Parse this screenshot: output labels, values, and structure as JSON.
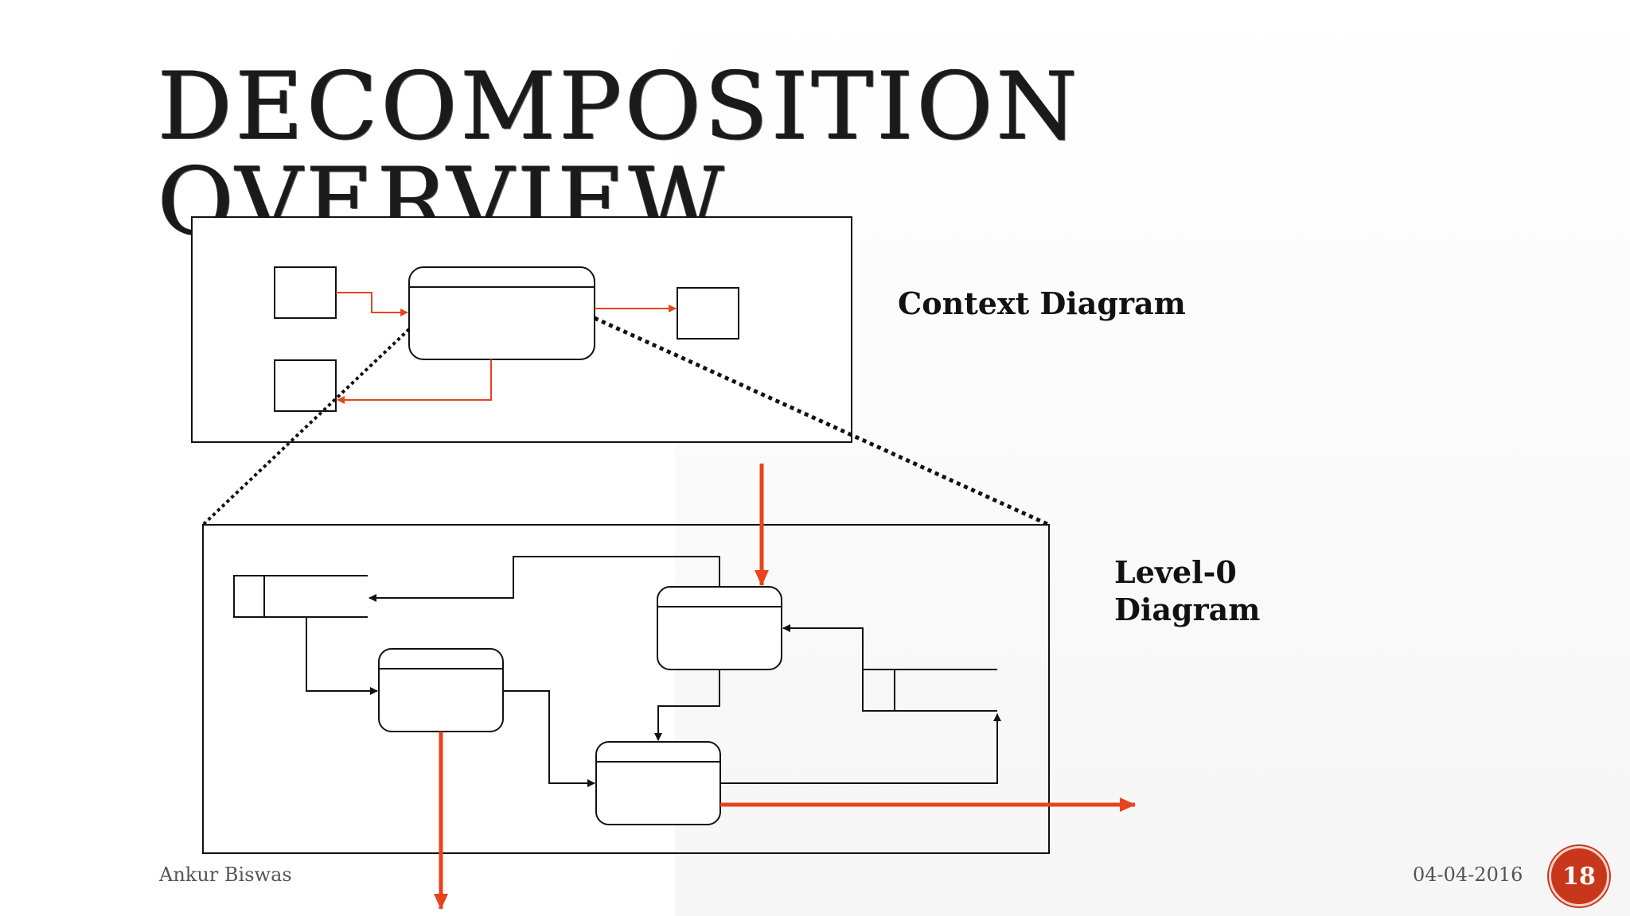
{
  "slide": {
    "title": "DECOMPOSITION OVERVIEW",
    "context_label": "Context Diagram",
    "level0_label": "Level-0 Diagram",
    "author": "Ankur Biswas",
    "date": "04-04-2016",
    "page_number": "18"
  },
  "colors": {
    "flow_red": "#e8431c",
    "line_black": "#111111",
    "badge": "#c8371c"
  }
}
